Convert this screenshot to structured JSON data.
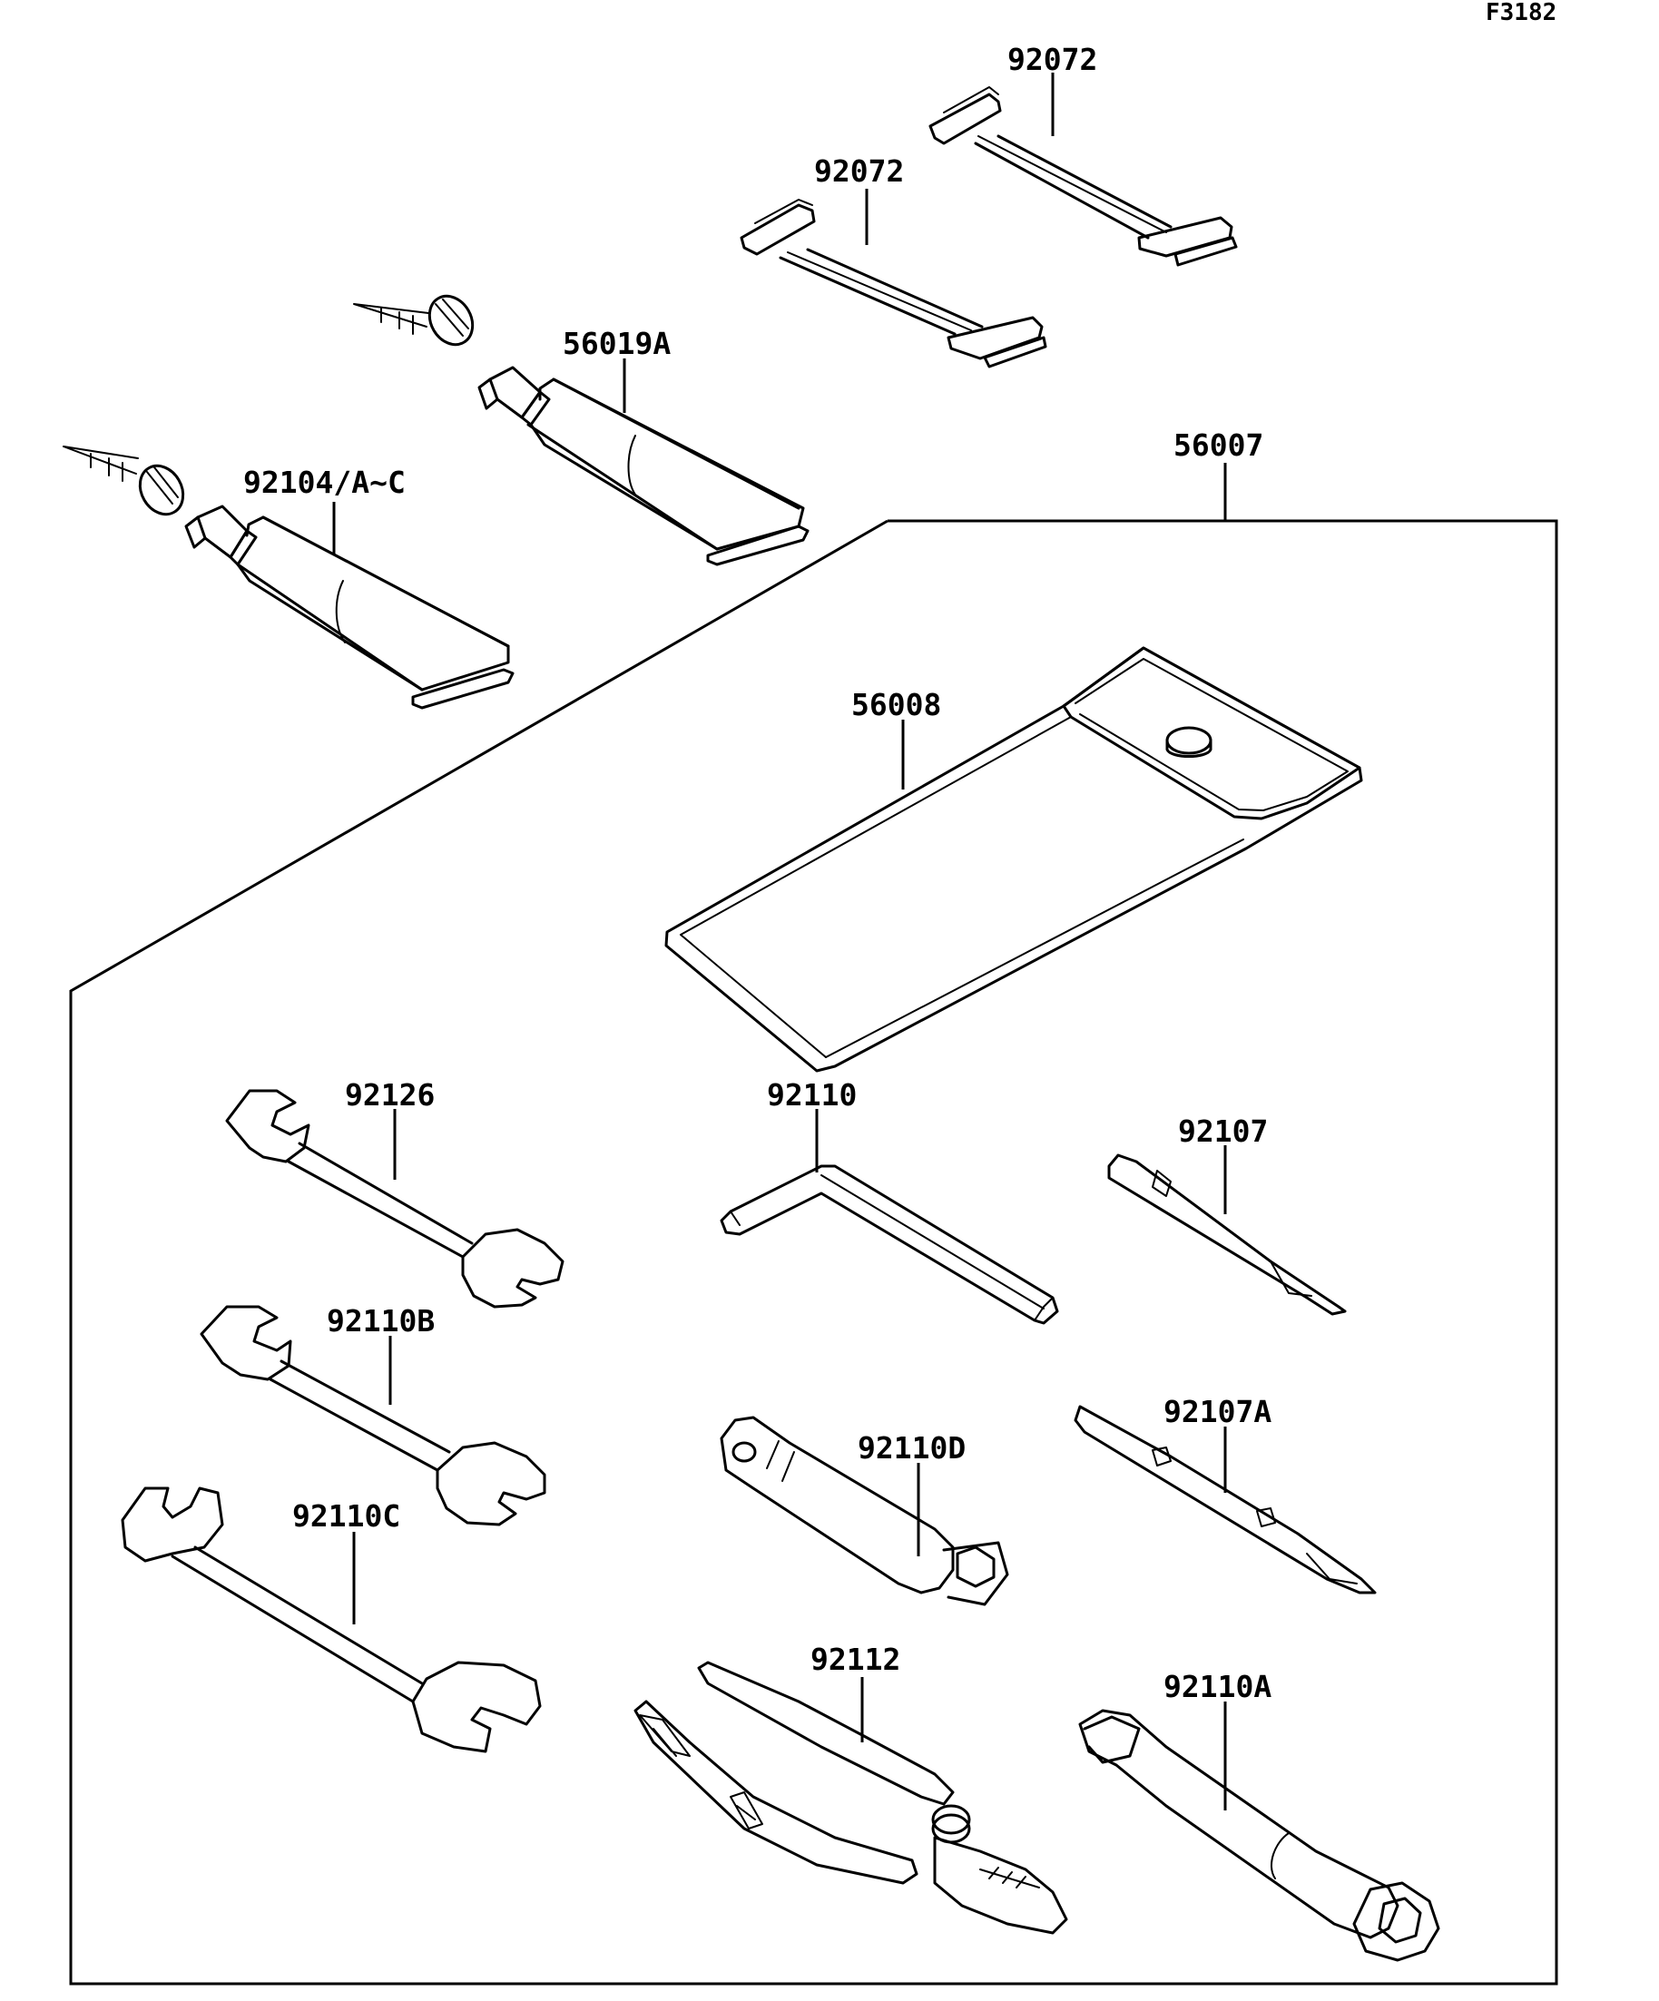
{
  "figure_code": "F3182",
  "callouts": [
    {
      "id": "strap-upper",
      "part_number": "92072"
    },
    {
      "id": "strap-lower",
      "part_number": "92072"
    },
    {
      "id": "tube-upper",
      "part_number": "56019A"
    },
    {
      "id": "tube-lower",
      "part_number": "92104/A~C"
    },
    {
      "id": "tool-kit",
      "part_number": "56007"
    },
    {
      "id": "tool-bag",
      "part_number": "56008"
    },
    {
      "id": "wrench-1",
      "part_number": "92126"
    },
    {
      "id": "wrench-2",
      "part_number": "92110B"
    },
    {
      "id": "wrench-3",
      "part_number": "92110C"
    },
    {
      "id": "hex-key",
      "part_number": "92110"
    },
    {
      "id": "screwdriver-bit",
      "part_number": "92107"
    },
    {
      "id": "screwdriver-shaft",
      "part_number": "92107A"
    },
    {
      "id": "socket-wrench-small",
      "part_number": "92110D"
    },
    {
      "id": "pliers",
      "part_number": "92112"
    },
    {
      "id": "spark-plug-wrench",
      "part_number": "92110A"
    }
  ]
}
